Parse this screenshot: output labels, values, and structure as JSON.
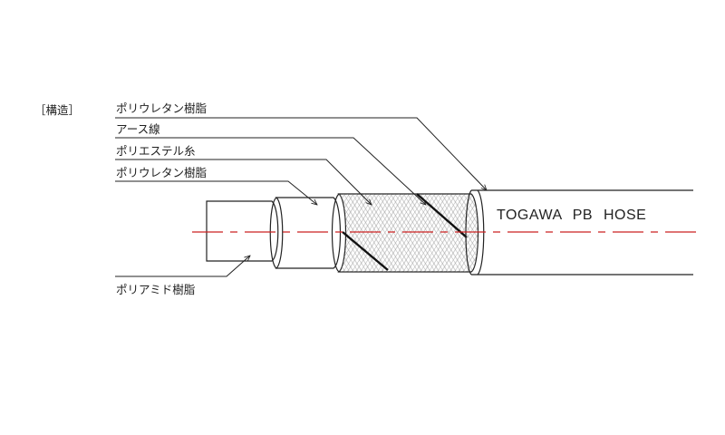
{
  "heading": "［構造］",
  "labels": {
    "outer_pu": "ポリウレタン樹脂",
    "earth_wire": "アース線",
    "polyester": "ポリエステル糸",
    "inner_pu": "ポリウレタン樹脂",
    "polyamide": "ポリアミド樹脂"
  },
  "hose_print": "TOGAWA PB HOSE",
  "colors": {
    "line": "#222222",
    "centerline": "#cc2222",
    "braid": "#9a9a9a"
  }
}
